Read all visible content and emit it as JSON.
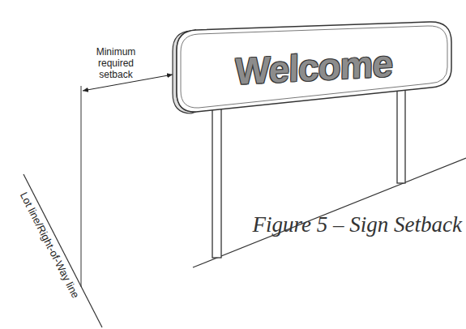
{
  "diagram": {
    "caption": "Figure 5 – Sign Setback",
    "nodes": [
      {
        "text": [
          "Welcome"
        ]
      }
    ],
    "labels": [
      "Minimum required setback",
      "Lot line/Right-of-Way line"
    ]
  }
}
